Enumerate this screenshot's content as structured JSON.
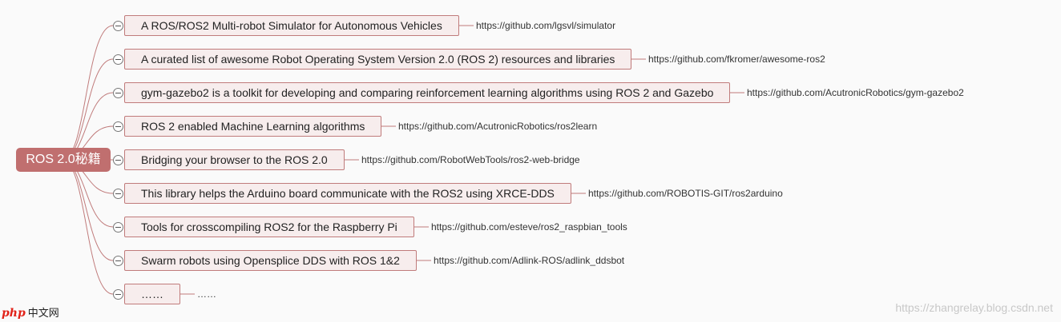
{
  "root": {
    "label": "ROS 2.0秘籍"
  },
  "branches": [
    {
      "label": "A ROS/ROS2 Multi-robot Simulator for Autonomous Vehicles",
      "url": "https://github.com/lgsvl/simulator"
    },
    {
      "label": "A curated list of awesome Robot Operating System Version 2.0 (ROS 2) resources and libraries",
      "url": "https://github.com/fkromer/awesome-ros2"
    },
    {
      "label": "gym-gazebo2 is a toolkit for developing and comparing reinforcement learning algorithms using ROS 2 and Gazebo",
      "url": "https://github.com/AcutronicRobotics/gym-gazebo2"
    },
    {
      "label": "ROS 2 enabled Machine Learning algorithms",
      "url": "https://github.com/AcutronicRobotics/ros2learn"
    },
    {
      "label": "Bridging your browser to the ROS 2.0",
      "url": "https://github.com/RobotWebTools/ros2-web-bridge"
    },
    {
      "label": "This library helps the Arduino board communicate with the ROS2 using XRCE-DDS",
      "url": "https://github.com/ROBOTIS-GIT/ros2arduino"
    },
    {
      "label": "Tools for crosscompiling ROS2 for the Raspberry Pi",
      "url": "https://github.com/esteve/ros2_raspbian_tools"
    },
    {
      "label": "Swarm robots using Opensplice DDS with ROS 1&2",
      "url": "https://github.com/Adlink-ROS/adlink_ddsbot"
    },
    {
      "label": "……",
      "url": "……"
    }
  ],
  "watermark": "https://zhangrelay.blog.csdn.net",
  "logo": {
    "badge": "php",
    "text": "中文网"
  },
  "colors": {
    "root_fill": "#c06f6f",
    "topic_fill": "#f7eded",
    "topic_border": "#c07b7b",
    "connector": "#c07b7b"
  }
}
